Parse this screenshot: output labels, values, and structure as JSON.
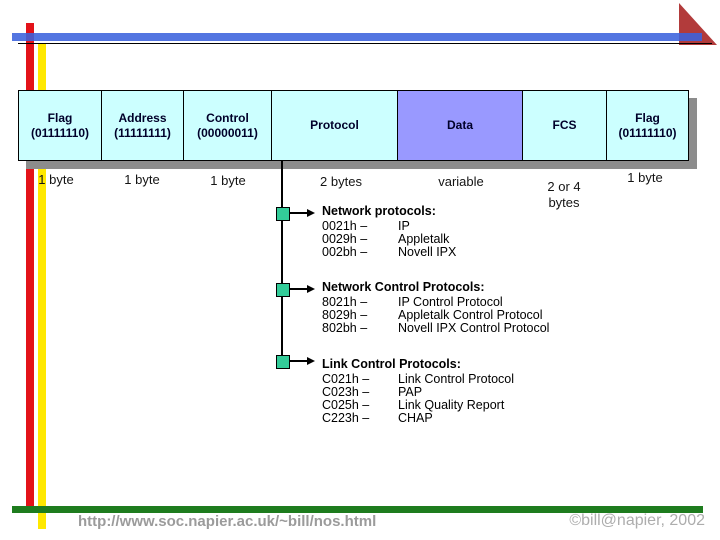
{
  "frame_fields": [
    {
      "label": "Flag",
      "sub": "(01111110)",
      "size": "1 byte"
    },
    {
      "label": "Address",
      "sub": "(11111111)",
      "size": "1 byte"
    },
    {
      "label": "Control",
      "sub": "(00000011)",
      "size": "1 byte"
    },
    {
      "label": "Protocol",
      "sub": "",
      "size": "2 bytes"
    },
    {
      "label": "Data",
      "sub": "",
      "size": "variable"
    },
    {
      "label": "FCS",
      "sub": "",
      "size": "2 or 4\nbytes"
    },
    {
      "label": "Flag",
      "sub": "(01111110)",
      "size": "1 byte"
    }
  ],
  "protocol_sections": [
    {
      "title": "Network protocols:",
      "entries": [
        {
          "code": "0021h –",
          "name": "IP"
        },
        {
          "code": "0029h –",
          "name": "Appletalk"
        },
        {
          "code": "002bh –",
          "name": "Novell IPX"
        }
      ]
    },
    {
      "title": "Network Control Protocols:",
      "entries": [
        {
          "code": "8021h –",
          "name": "IP Control Protocol"
        },
        {
          "code": "8029h –",
          "name": "Appletalk Control Protocol"
        },
        {
          "code": "802bh –",
          "name": "Novell IPX Control Protocol"
        }
      ]
    },
    {
      "title": "Link Control Protocols:",
      "entries": [
        {
          "code": "C021h –",
          "name": "Link Control Protocol"
        },
        {
          "code": "C023h –",
          "name": "PAP"
        },
        {
          "code": "C025h –",
          "name": "Link Quality Report"
        },
        {
          "code": "C223h –",
          "name": "CHAP"
        }
      ]
    }
  ],
  "footer": {
    "url": "http://www.soc.napier.ac.uk/~bill/nos.html",
    "copyright": "©bill@napier, 2002"
  },
  "colors": {
    "cell_cyan": "#ccffff",
    "cell_purple": "#9999ff",
    "shadow_gray": "#8c8c8c",
    "bar_blue": "#3b62dd",
    "bar_red": "#e31219",
    "bar_yellow": "#ffe800",
    "bar_green": "#1e7c1e",
    "triangle_red": "#b23b3b",
    "node_green": "#33cc99",
    "footer_gray": "#9b9b9b"
  }
}
